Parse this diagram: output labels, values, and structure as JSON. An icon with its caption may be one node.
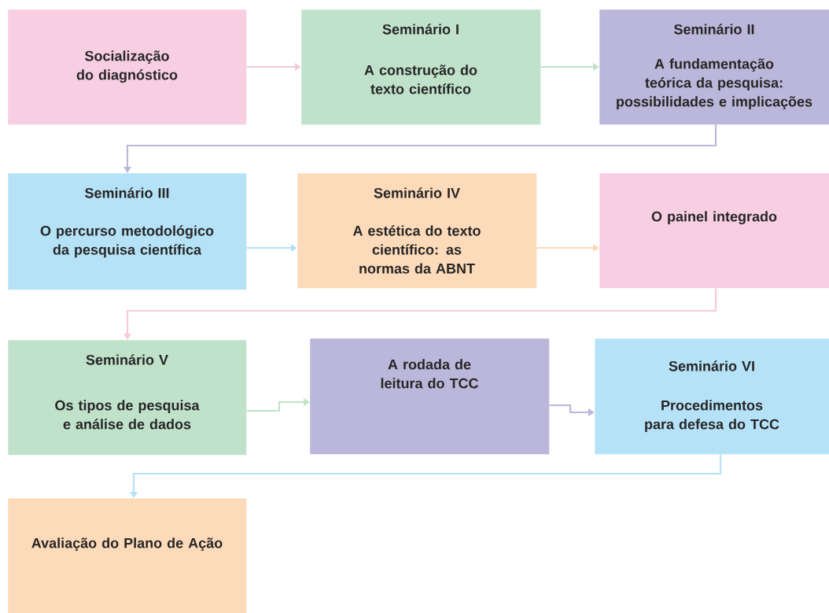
{
  "diagram": {
    "nodes": [
      {
        "text": [
          "Socialização do diagnóstico"
        ]
      },
      {
        "text": [
          "Seminário I",
          "A construção do texto científico"
        ]
      },
      {
        "text": [
          "Seminário II",
          "A fundamentação teórica da pesquisa: possibilidades e implicações"
        ]
      },
      {
        "text": [
          "Seminário III",
          "O percurso metodológico da pesquisa científica"
        ]
      },
      {
        "text": [
          "Seminário IV",
          "A estética do texto científico: as normas da ABNT"
        ]
      },
      {
        "text": [
          "O painel integrado"
        ]
      },
      {
        "text": [
          "Seminário V",
          "Os tipos de pesquisa e análise de dados"
        ]
      },
      {
        "text": [
          "A rodada de leitura do TCC"
        ]
      },
      {
        "text": [
          "Seminário VI",
          "Procedimentos para defesa do TCC"
        ]
      },
      {
        "text": [
          "Avaliação do Plano de Ação"
        ]
      }
    ],
    "edges": [
      {
        "from": 0,
        "to": 1,
        "arrow": "to",
        "color": "#f7c8dc"
      },
      {
        "from": 1,
        "to": 2,
        "arrow": "to",
        "color": "#bfe2c8"
      },
      {
        "from": 2,
        "to": 3,
        "arrow": "to",
        "color": "#bbb6da"
      },
      {
        "from": 3,
        "to": 4,
        "arrow": "to",
        "color": "#b5e1f6"
      },
      {
        "from": 4,
        "to": 5,
        "arrow": "to",
        "color": "#fcd9b8"
      },
      {
        "from": 5,
        "to": 6,
        "arrow": "to",
        "color": "#f7c8dc"
      },
      {
        "from": 6,
        "to": 7,
        "arrow": "to",
        "color": "#bfe2c8"
      },
      {
        "from": 7,
        "to": 8,
        "arrow": "to",
        "color": "#bbb6da"
      },
      {
        "from": 8,
        "to": 9,
        "arrow": "to",
        "color": "#b5e1f6"
      }
    ]
  }
}
